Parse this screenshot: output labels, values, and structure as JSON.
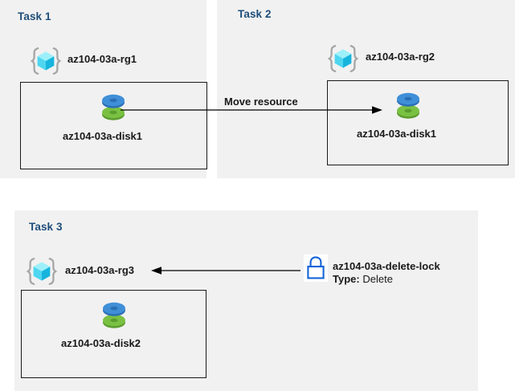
{
  "diagram": {
    "background_color": "#ffffff",
    "panel_color": "#f1f1f1",
    "heading_color": "#1f4e79",
    "label_color": "#191919"
  },
  "tasks": [
    {
      "heading": "Task 1",
      "resource_group": {
        "icon": "azure-resource-group-icon",
        "label": "az104-03a-rg1"
      },
      "resource": {
        "icon": "azure-disk-icon",
        "label": "az104-03a-disk1"
      }
    },
    {
      "heading": "Task 2",
      "resource_group": {
        "icon": "azure-resource-group-icon",
        "label": "az104-03a-rg2"
      },
      "resource": {
        "icon": "azure-disk-icon",
        "label": "az104-03a-disk1"
      }
    },
    {
      "heading": "Task 3",
      "resource_group": {
        "icon": "azure-resource-group-icon",
        "label": "az104-03a-rg3"
      },
      "resource": {
        "icon": "azure-disk-icon",
        "label": "az104-03a-disk2"
      },
      "lock": {
        "icon": "lock-icon",
        "name": "az104-03a-delete-lock",
        "type_key": "Type:",
        "type_value": "Delete"
      }
    }
  ],
  "connectors": {
    "move_resource": {
      "label": "Move resource",
      "direction": "right",
      "icon": "arrow-right-icon"
    },
    "lock_applies_to": {
      "direction": "left",
      "icon": "arrow-left-icon"
    }
  },
  "icon_colors": {
    "cube_light": "#7ae6f5",
    "cube_mid": "#29c3e8",
    "cube_dark": "#13a9d6",
    "bracket": "#a6a6a6",
    "disk_blue": "#3f8fd8",
    "disk_blue_dark": "#2a6fb5",
    "disk_green": "#7ac143",
    "disk_green_dark": "#5b9c2e",
    "lock_blue": "#1464d7",
    "arrow_black": "#000000"
  }
}
